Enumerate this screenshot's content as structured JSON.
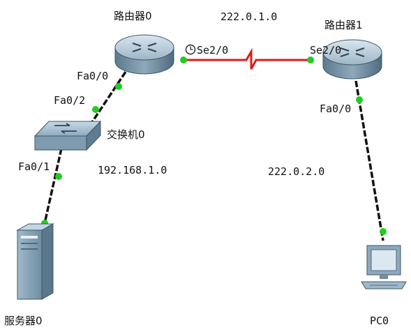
{
  "devices": {
    "router0": "路由器0",
    "router1": "路由器1",
    "switch0": "交换机0",
    "server0": "服务器0",
    "pc0": "PC0"
  },
  "networks": {
    "wan": "222.0.1.0",
    "lan_left": "192.168.1.0",
    "lan_right": "222.0.2.0"
  },
  "ports": {
    "router0_fa": "Fa0/0",
    "router0_se": "Se2/0",
    "router1_se": "Se2/0",
    "router1_fa": "Fa0/0",
    "switch_up": "Fa0/2",
    "switch_down": "Fa0/1"
  },
  "colors": {
    "serial_link": "#e01a1a",
    "ethernet_link": "#111111",
    "port_up": "#22cc22"
  },
  "icons": {
    "router": "router-icon",
    "switch": "switch-icon",
    "server": "server-icon",
    "pc": "pc-icon",
    "clock": "clock-icon"
  }
}
